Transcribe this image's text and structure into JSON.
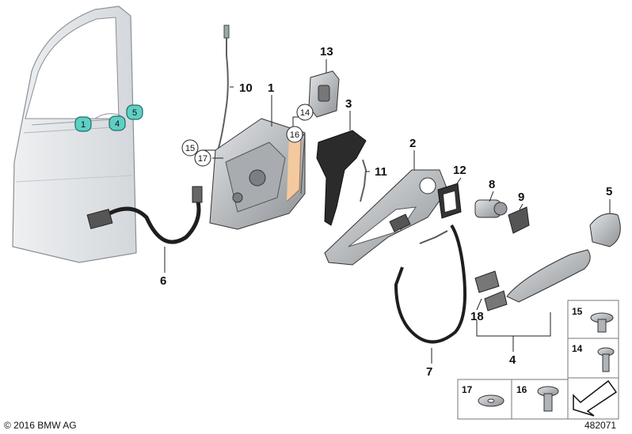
{
  "labels": {
    "p1": "1",
    "p2": "2",
    "p3": "3",
    "p4a": "4",
    "p4b": "4",
    "p5": "5",
    "p6": "6",
    "p7": "7",
    "p8": "8",
    "p9": "9",
    "p10": "10",
    "p11": "11",
    "p12": "12",
    "p13": "13",
    "p14": "14",
    "p15": "15",
    "p16": "16",
    "p17": "17",
    "p18": "18"
  },
  "door_markers": {
    "m1": "1",
    "m4": "4",
    "m5": "5"
  },
  "table": {
    "t15": "15",
    "t14": "14",
    "t17": "17",
    "t16": "16"
  },
  "footer": {
    "copyright": "© 2016 BMW AG",
    "diagram_id": "482071"
  },
  "colors": {
    "marker_fill": "#5fcfc4",
    "marker_stroke": "#1f6d68",
    "part_grey": "#b9bcbf",
    "dark_part": "#2b2b2b"
  }
}
